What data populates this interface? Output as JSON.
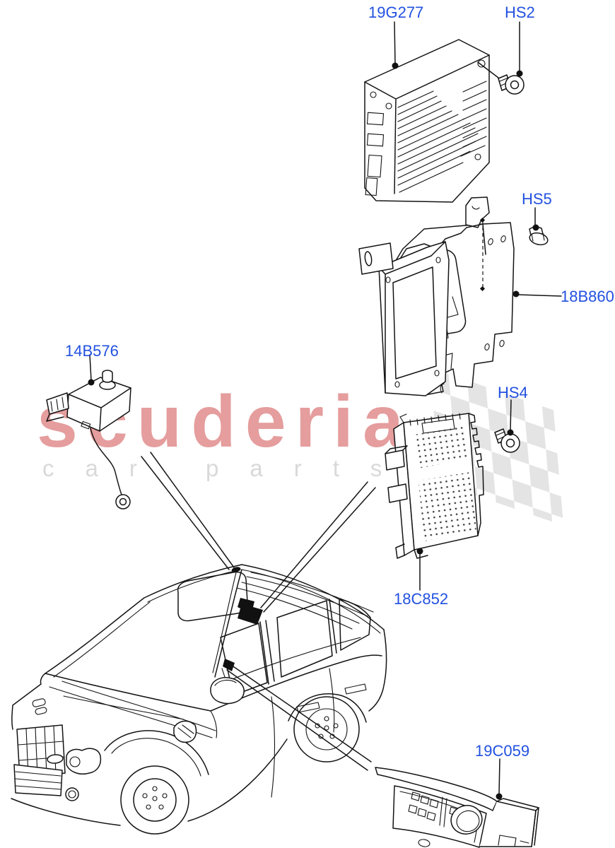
{
  "diagram": {
    "parts": [
      {
        "code": "19G277"
      },
      {
        "code": "HS2"
      },
      {
        "code": "HS5"
      },
      {
        "code": "18B860"
      },
      {
        "code": "14B576"
      },
      {
        "code": "HS4"
      },
      {
        "code": "18C852"
      },
      {
        "code": "19C059"
      }
    ],
    "watermark": {
      "brand": "scuderia",
      "tagline": "car parts",
      "brand_color": "#e59d9d",
      "tagline_color": "#d9d9d9",
      "checker_color": "#e4e4e4"
    },
    "label_color": "#2251e0",
    "line_color": "#141414",
    "background_color": "#ffffff"
  }
}
